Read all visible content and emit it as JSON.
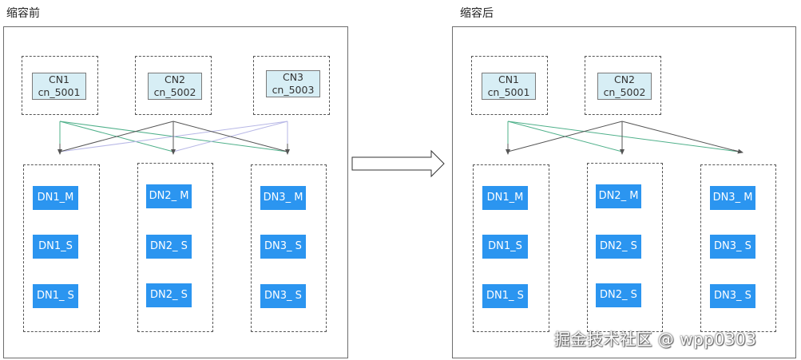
{
  "before": {
    "title": "缩容前",
    "cns": [
      {
        "name": "CN1",
        "port": "cn_5001"
      },
      {
        "name": "CN2",
        "port": "cn_5002"
      },
      {
        "name": "CN3",
        "port": "cn_5003"
      }
    ],
    "dns": [
      {
        "m": "DN1_M",
        "s1": "DN1_S",
        "s2": "DN1_ S"
      },
      {
        "m": "DN2_ M",
        "s1": "DN2_ S",
        "s2": "DN2_ S"
      },
      {
        "m": "DN3_ M",
        "s1": "DN3_ S",
        "s2": "DN3_ S"
      }
    ]
  },
  "after": {
    "title": "缩容后",
    "cns": [
      {
        "name": "CN1",
        "port": "cn_5001"
      },
      {
        "name": "CN2",
        "port": "cn_5002"
      }
    ],
    "dns": [
      {
        "m": "DN1_M",
        "s1": "DN1_S",
        "s2": "DN1_ S"
      },
      {
        "m": "DN2_ M",
        "s1": "DN2_ S",
        "s2": "DN2_ S"
      },
      {
        "m": "DN3_ M",
        "s1": "DN3_ S",
        "s2": "DN3_ S"
      }
    ]
  },
  "watermark": "掘金技术社区 @ wpp0303",
  "colors": {
    "dn_fill": "#2b95f0",
    "cn_fill": "#d7eef5",
    "line_cn1": "#4fb08a",
    "line_cn2": "#555555",
    "line_cn3": "#b7b7e6"
  }
}
